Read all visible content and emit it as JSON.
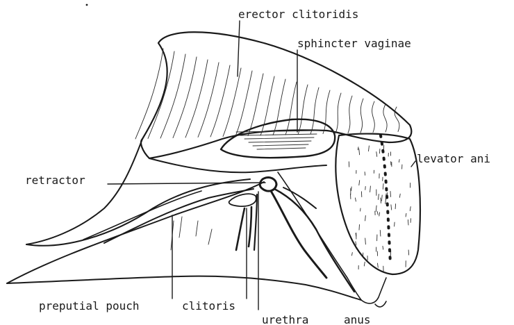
{
  "labels": {
    "erector_clitoridis": "erector clitoridis",
    "sphincter_vaginae": "sphincter vaginae",
    "levator_ani": "levator ani",
    "retractor": "retractor",
    "preputial_pouch": "preputial pouch",
    "clitoris": "clitoris",
    "urethra": "urethra",
    "anus": "anus"
  }
}
